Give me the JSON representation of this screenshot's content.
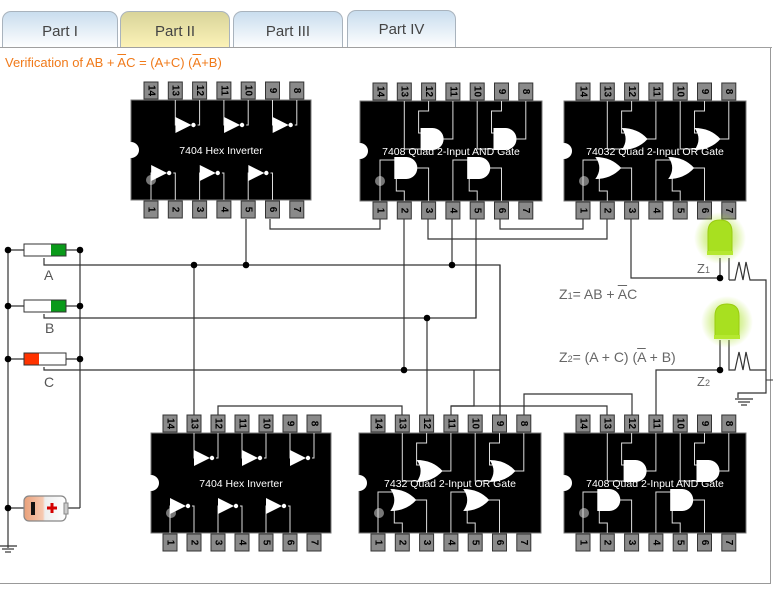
{
  "tabs": [
    {
      "label": "Part I",
      "active": false
    },
    {
      "label": "Part II",
      "active": true
    },
    {
      "label": "Part III",
      "active": false
    },
    {
      "label": "Part IV",
      "active": false
    }
  ],
  "title": {
    "prefix": "Verification of AB + ",
    "ov1": "A",
    "mid": "C = (A+C) (",
    "ov2": "A",
    "suffix": "+B)"
  },
  "chips": [
    {
      "id": "top-7404",
      "label": "7404 Hex Inverter",
      "type": "inverter"
    },
    {
      "id": "top-7408",
      "label": "7408 Quad 2-Input  AND Gate",
      "type": "and"
    },
    {
      "id": "top-74032",
      "label": "74032 Quad 2-Input  OR Gate",
      "type": "or"
    },
    {
      "id": "bottom-7404",
      "label": "7404 Hex Inverter",
      "type": "inverter"
    },
    {
      "id": "bottom-7432",
      "label": "7432 Quad 2-Input  OR Gate",
      "type": "or"
    },
    {
      "id": "bottom-7408",
      "label": "7408 Quad 2-Input AND Gate",
      "type": "and"
    }
  ],
  "pins_top": [
    "14",
    "13",
    "12",
    "11",
    "10",
    "9",
    "8"
  ],
  "pins_bottom": [
    "1",
    "2",
    "3",
    "4",
    "5",
    "6",
    "7"
  ],
  "switches": [
    {
      "label": "A",
      "state": "on",
      "color": "#0a9a1a"
    },
    {
      "label": "B",
      "state": "on",
      "color": "#0a9a1a"
    },
    {
      "label": "C",
      "state": "off",
      "color": "#ff3300"
    }
  ],
  "outputs": [
    {
      "label": "Z",
      "sub": "1",
      "led": "on",
      "color": "#a8e020"
    },
    {
      "label": "Z",
      "sub": "2",
      "led": "on",
      "color": "#a8e020"
    }
  ],
  "equations": {
    "z1": {
      "lhs": "Z",
      "sub": "1",
      "pre": "= AB + ",
      "ov": "A",
      "post": "C"
    },
    "z2": {
      "lhs": "Z",
      "sub": "2",
      "pre": "= (A + C) (",
      "ov": "A",
      "post": " + B)"
    }
  },
  "battery": {
    "minus": "−",
    "plus": "+"
  }
}
